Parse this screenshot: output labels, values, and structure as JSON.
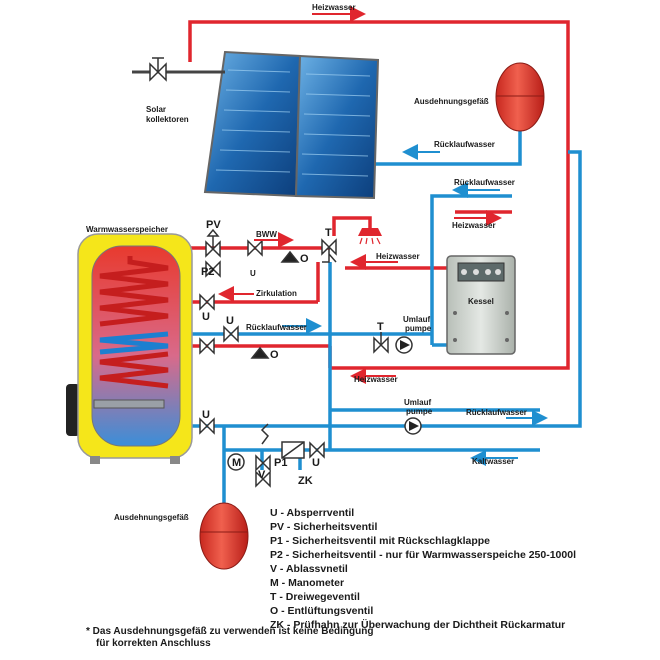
{
  "labels": {
    "heizwasser_top": "Heizwasser",
    "solar_line1": "Solar",
    "solar_line2": "kollektoren",
    "ausdehnung_top": "Ausdehnungsgefäß",
    "ruecklauf_1": "Rücklaufwasser",
    "ruecklauf_2": "Rücklaufwasser",
    "heizwasser_2": "Heizwasser",
    "warmwasserspeicher": "Warmwasserspeicher",
    "pv": "PV",
    "bww": "BWW",
    "t_top": "T",
    "heizwasser_3": "Heizwasser",
    "p2": "P2",
    "u_1": "U",
    "o_1": "O",
    "zirkulation": "Zirkulation",
    "kessel": "Kessel",
    "u_2": "U",
    "u_3": "U",
    "ruecklauf_3": "Rücklaufwasser",
    "t_mid": "T",
    "umlauf1_line1": "Umlauf",
    "umlauf1_line2": "pumpe",
    "o_2": "O",
    "heizwasser_4": "Heizwasser",
    "umlauf2_line1": "Umlauf",
    "umlauf2_line2": "pumpe",
    "ruecklauf_4": "Rücklaufwasser",
    "u_4": "U",
    "m": "M",
    "p1": "P1",
    "u_5": "U",
    "v": "V",
    "kaltwasser": "Kaltwasser",
    "zk": "ZK",
    "ausdehnung_bottom": "Ausdehnungsgefäß"
  },
  "legend": [
    "U - Absperrventil",
    "PV - Sicherheitsventil",
    "P1 - Sicherheitsventil mit Rückschlagklappe",
    "P2 - Sicherheitsventil - nur für Warmwasserspeiche 250-1000l",
    "V - Ablassvnetil",
    "M - Manometer",
    "T - Dreiwegeventil",
    "O - Entlüftungsventil",
    "ZK - Prüfhahn zur Überwachung der Dichtheit Rückarmatur"
  ],
  "note": {
    "line1": "* Das Ausdehnungsgefäß zu verwenden ist keine Bedingung",
    "line2": "für korrekten Anschluss"
  },
  "colors": {
    "hot_pipe": "#e0262e",
    "cold_pipe": "#1f8fd0",
    "tank_shell": "#f5e61a",
    "expansion_vessel": "#e4463a",
    "boiler": "#c9cfc9",
    "collector": "#1d6fb8"
  }
}
